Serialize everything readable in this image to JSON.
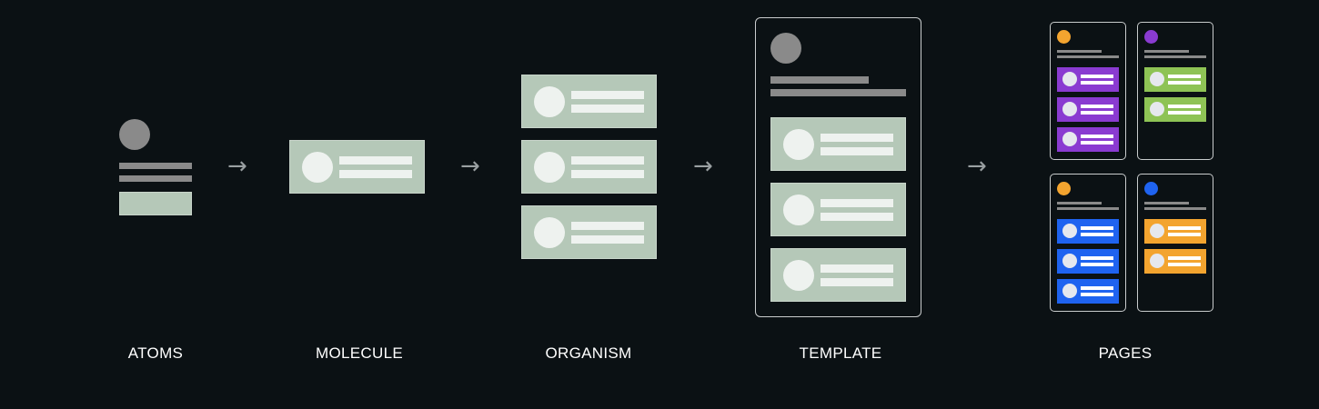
{
  "stages": [
    {
      "label": "ATOMS"
    },
    {
      "label": "MOLECULE"
    },
    {
      "label": "ORGANISM"
    },
    {
      "label": "TEMPLATE"
    },
    {
      "label": "PAGES"
    }
  ],
  "arrow_glyph": "→",
  "colors": {
    "background": "#0b1114",
    "atom_gray": "#8a8a8a",
    "card_green": "#b5c8b8",
    "frame_border": "#c9cccd",
    "purple": "#8a3bd1",
    "green": "#8ec355",
    "blue": "#1f63f0",
    "orange": "#f3a42f"
  },
  "pages": [
    {
      "dot_color": "#f3a42f",
      "card_color": "#8a3bd1",
      "card_count": 3
    },
    {
      "dot_color": "#8a3bd1",
      "card_color": "#8ec355",
      "card_count": 2
    },
    {
      "dot_color": "#f3a42f",
      "card_color": "#1f63f0",
      "card_count": 3
    },
    {
      "dot_color": "#1f63f0",
      "card_color": "#f3a42f",
      "card_count": 2
    }
  ]
}
